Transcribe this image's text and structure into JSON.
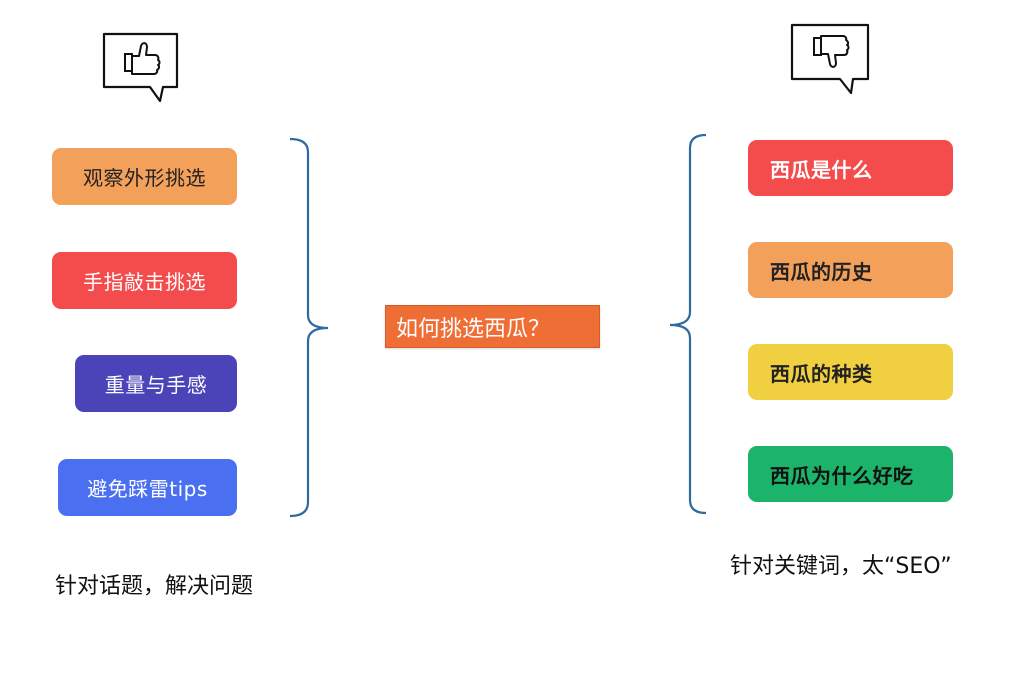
{
  "center_topic": "如何挑选西瓜？",
  "left_column": {
    "items": [
      {
        "label": "观察外形挑选",
        "color": "#f2a05a"
      },
      {
        "label": "手指敲击挑选",
        "color": "#f44c4c"
      },
      {
        "label": "重量与手感",
        "color": "#4a44b8"
      },
      {
        "label": "避免踩雷tips",
        "color": "#4a6ff0"
      }
    ],
    "caption": "针对话题，解决问题",
    "icon": "thumbs-up-icon"
  },
  "right_column": {
    "items": [
      {
        "label": "西瓜是什么",
        "color": "#f44c4c"
      },
      {
        "label": "西瓜的历史",
        "color": "#f2a05a"
      },
      {
        "label": "西瓜的种类",
        "color": "#f0d040"
      },
      {
        "label": "西瓜为什么好吃",
        "color": "#1cb36b"
      }
    ],
    "caption": "针对关键词，太“SEO”",
    "icon": "thumbs-down-icon"
  },
  "colors": {
    "bracket": "#2e6aa0",
    "center_fill": "#ef6e35"
  }
}
